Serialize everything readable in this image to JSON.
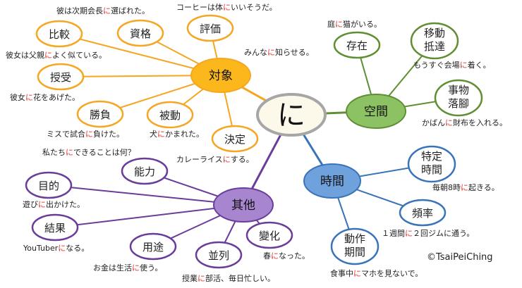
{
  "colors": {
    "center_fill": "#fdf9ea",
    "center_stroke": "#a6a6a6",
    "target": "#f5a623",
    "target_fill": "#fbb71b",
    "space": "#5f8f32",
    "space_fill": "#8cc264",
    "time": "#3a74b8",
    "time_fill": "#6fa2dc",
    "other": "#6a3d9a",
    "other_fill": "#a785cf",
    "particle": "#e0302a"
  },
  "center": {
    "label": "に"
  },
  "hubs": {
    "target": {
      "label": "対象"
    },
    "space": {
      "label": "空間"
    },
    "time": {
      "label": "時間"
    },
    "other": {
      "label": "其他"
    }
  },
  "leaves": {
    "hikaku": "比較",
    "shikaku": "資格",
    "hyouka": "評価",
    "juju": "授受",
    "shoubu": "勝負",
    "hidou": "被動",
    "kettei": "決定",
    "sonzai": "存在",
    "idou_line1": "移動",
    "idou_line2": "抵達",
    "jibutsu_line1": "事物",
    "jibutsu_line2": "落腳",
    "tokutei_line1": "特定",
    "tokutei_line2": "時間",
    "hindo": "頻率",
    "dousa_line1": "動作",
    "dousa_line2": "期間",
    "nouryoku": "能力",
    "mokuteki": "目的",
    "kekka": "結果",
    "youto": "用途",
    "heiretsu": "並列",
    "henka": "變化"
  },
  "examples": {
    "hikaku": {
      "before": "彼女は父親",
      "particle": "に",
      "after": "よく似ている。"
    },
    "shikaku": {
      "before": "彼は次期会長",
      "particle": "に",
      "after": "選ばれた。"
    },
    "hyouka": {
      "before": "コーヒーは体",
      "particle": "に",
      "after": "いいそうだ。"
    },
    "taishou": {
      "before": "みんな",
      "particle": "に",
      "after": "知らせる。"
    },
    "juju": {
      "before": "彼女",
      "particle": "に",
      "after": "花をあげた。"
    },
    "shoubu": {
      "before": "ミスで試合",
      "particle": "に",
      "after": "負けた。"
    },
    "hidou": {
      "before": "犬",
      "particle": "に",
      "after": "かまれた。"
    },
    "kettei": {
      "before": "カレーライス",
      "particle": "に",
      "after": "する。"
    },
    "sonzai": {
      "before": "庭",
      "particle": "に",
      "after": "猫がいる。"
    },
    "idou": {
      "before": "もうすぐ会場",
      "particle": "に",
      "after": "着く。"
    },
    "jibutsu": {
      "before": "かばん",
      "particle": "に",
      "after": "財布を入れる。"
    },
    "tokutei": {
      "before": "毎朝8時",
      "particle": "に",
      "after": "起きる。"
    },
    "hindo": {
      "before": "１週間",
      "particle": "に",
      "after": "２回ジムに通う。"
    },
    "dousa": {
      "before": "食事中",
      "particle": "に",
      "after": "マホを見ないで。"
    },
    "nouryoku": {
      "before": "私たち",
      "particle": "に",
      "after": "できることは何？"
    },
    "mokuteki": {
      "before": "遊び",
      "particle": "に",
      "after": "出かけた。"
    },
    "kekka": {
      "before": "YouTuber",
      "particle": "に",
      "after": "なる。"
    },
    "youto": {
      "before": "お金は生活",
      "particle": "に",
      "after": "使う。"
    },
    "heiretsu": {
      "before": "授業",
      "particle": "に",
      "after": "部活、毎日忙しい。"
    },
    "henka": {
      "before": "春",
      "particle": "に",
      "after": "なった。"
    }
  },
  "credit": "©TsaiPeiChing"
}
